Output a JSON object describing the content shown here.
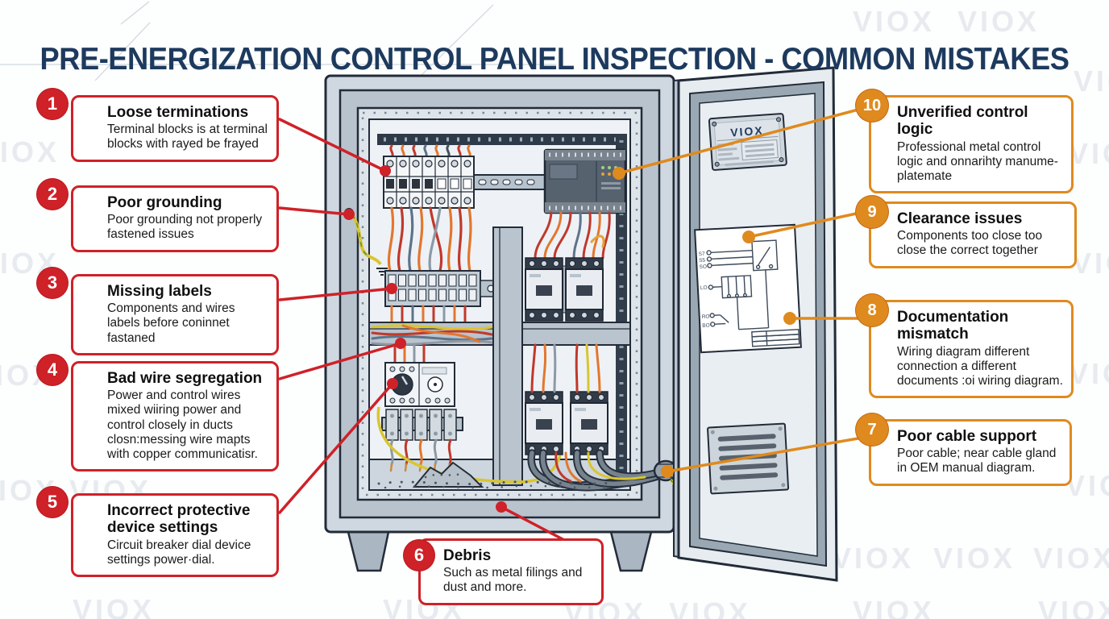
{
  "title": "PRE-ENERGIZATION CONTROL PANEL INSPECTION - COMMON MISTAKES",
  "watermark_text": "VIOX",
  "colors": {
    "title": "#1d3a5e",
    "red": "#cf2128",
    "orange": "#df8a1e"
  },
  "callouts": [
    {
      "number": "1",
      "title": "Loose terminations",
      "body": "Terminal blocks is at terminal blocks with rayed be frayed"
    },
    {
      "number": "2",
      "title": "Poor grounding",
      "body": "Poor grounding not properly fastened issues"
    },
    {
      "number": "3",
      "title": "Missing labels",
      "body": "Components and wires labels before coninnet fastaned"
    },
    {
      "number": "4",
      "title": "Bad wire segregation",
      "body": "Power and control wires mixed wiiring power and control closely in ducts closn:messing wire mapts with copper communicatisr."
    },
    {
      "number": "5",
      "title": "Incorrect protective device settings",
      "body": "Circuit breaker dial device settings power·dial."
    },
    {
      "number": "6",
      "title": "Debris",
      "body": "Such as metal filings and dust and more."
    },
    {
      "number": "7",
      "title": "Poor cable support",
      "body": "Poor cable; near cable gland in OEM manual diagram."
    },
    {
      "number": "8",
      "title": "Documentation mismatch",
      "body": "Wiring diagram different connection a different documents :oi wiring diagram."
    },
    {
      "number": "9",
      "title": "Clearance issues",
      "body": "Components too close too close the correct together"
    },
    {
      "number": "10",
      "title": "Unverified control logic",
      "body": "Professional metal control logic and onnarihty manume-platemate"
    }
  ],
  "panel": {
    "nameplate_brand": "VIOX",
    "diagram_labels": [
      "S7",
      "S5",
      "SO",
      "LO",
      "RO",
      "BO"
    ]
  }
}
